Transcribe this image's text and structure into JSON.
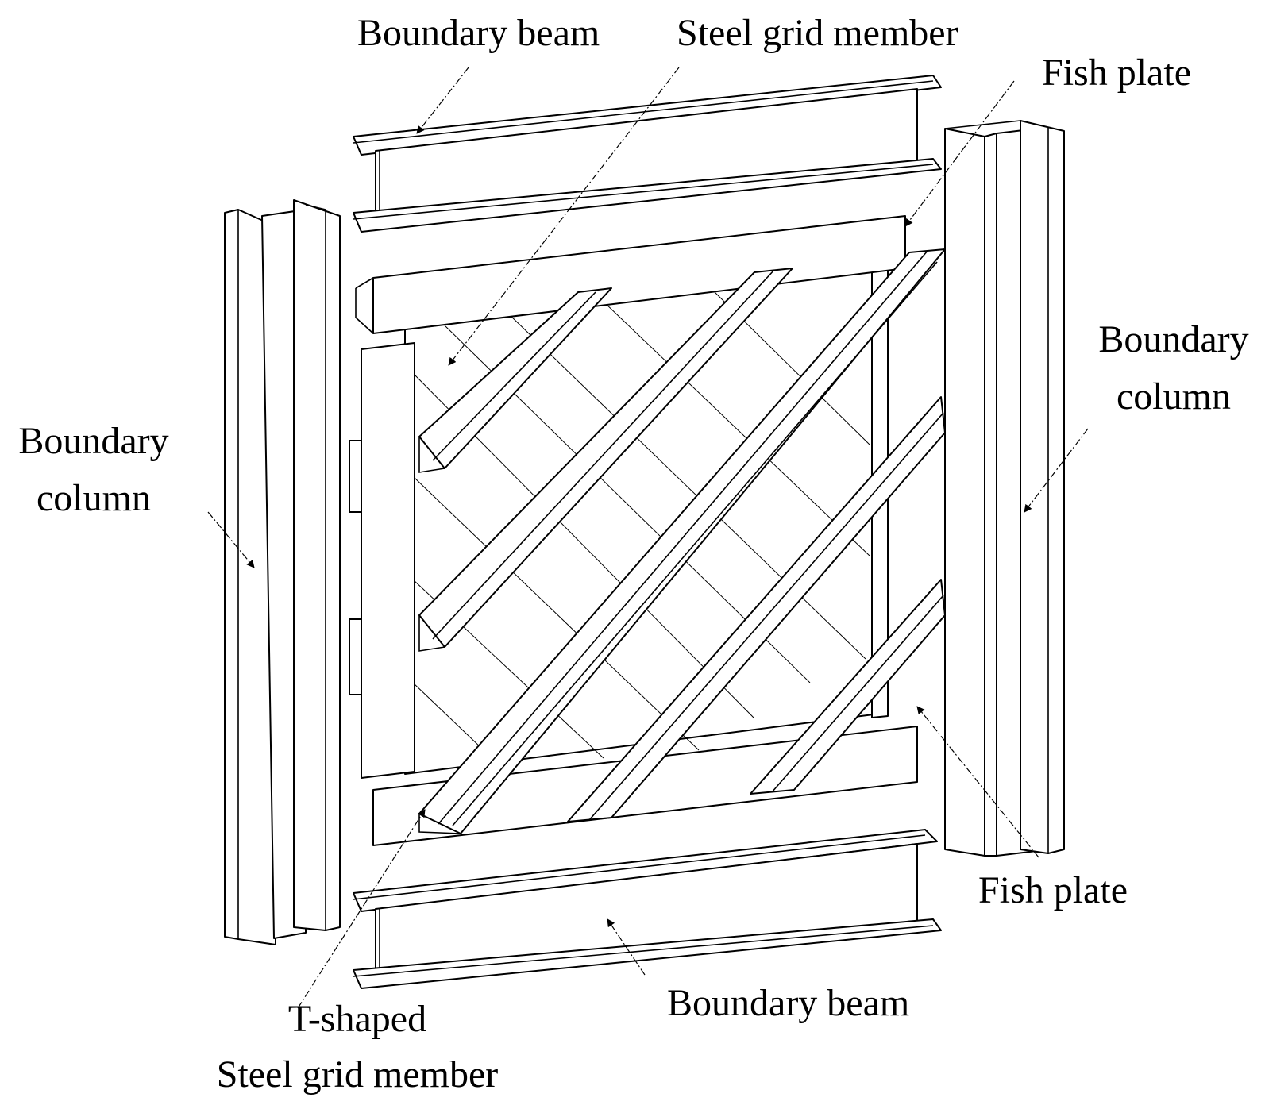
{
  "labels": {
    "top_beam": "Boundary beam",
    "steel_grid_member": "Steel grid member",
    "fish_plate_top": "Fish plate",
    "right_col_line1": "Boundary",
    "right_col_line2": "column",
    "left_col_line1": "Boundary",
    "left_col_line2": "column",
    "fish_plate_bottom": "Fish plate",
    "t_shaped_line1": "T-shaped",
    "t_shaped_line2": "Steel grid member",
    "bottom_beam": "Boundary beam"
  }
}
